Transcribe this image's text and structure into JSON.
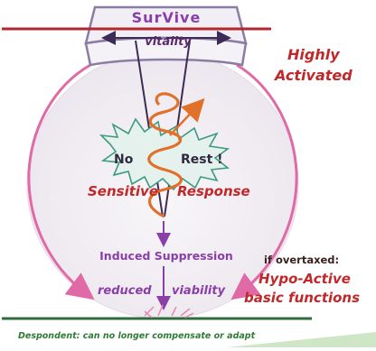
{
  "labels": {
    "survive": "SurVive",
    "vitality": "vitality",
    "highly_activated_1": "Highly",
    "highly_activated_2": "Activated",
    "no": "No",
    "rest": "Rest !",
    "sensitive": "Sensitive",
    "response": "Response",
    "induced_suppression": "Induced Suppression",
    "reduced": "reduced",
    "viability": "viability",
    "if_overtaxed": "if overtaxed:",
    "hypo_active": "Hypo-Active",
    "basic_functions": "basic functions",
    "despondent": "Despondent: can no longer compensate or adapt"
  },
  "colors": {
    "top_line": "#b3262b",
    "bottom_line": "#2e6b3a",
    "circle_fill": "#f2eef3",
    "circle_arrow": "#e06aa6",
    "purple": "#8a3fa8",
    "red_text": "#c0282a",
    "orange_spiral": "#e0702a",
    "green_burst": "#3f9a7f",
    "floor_green": "#cfe6c6"
  }
}
